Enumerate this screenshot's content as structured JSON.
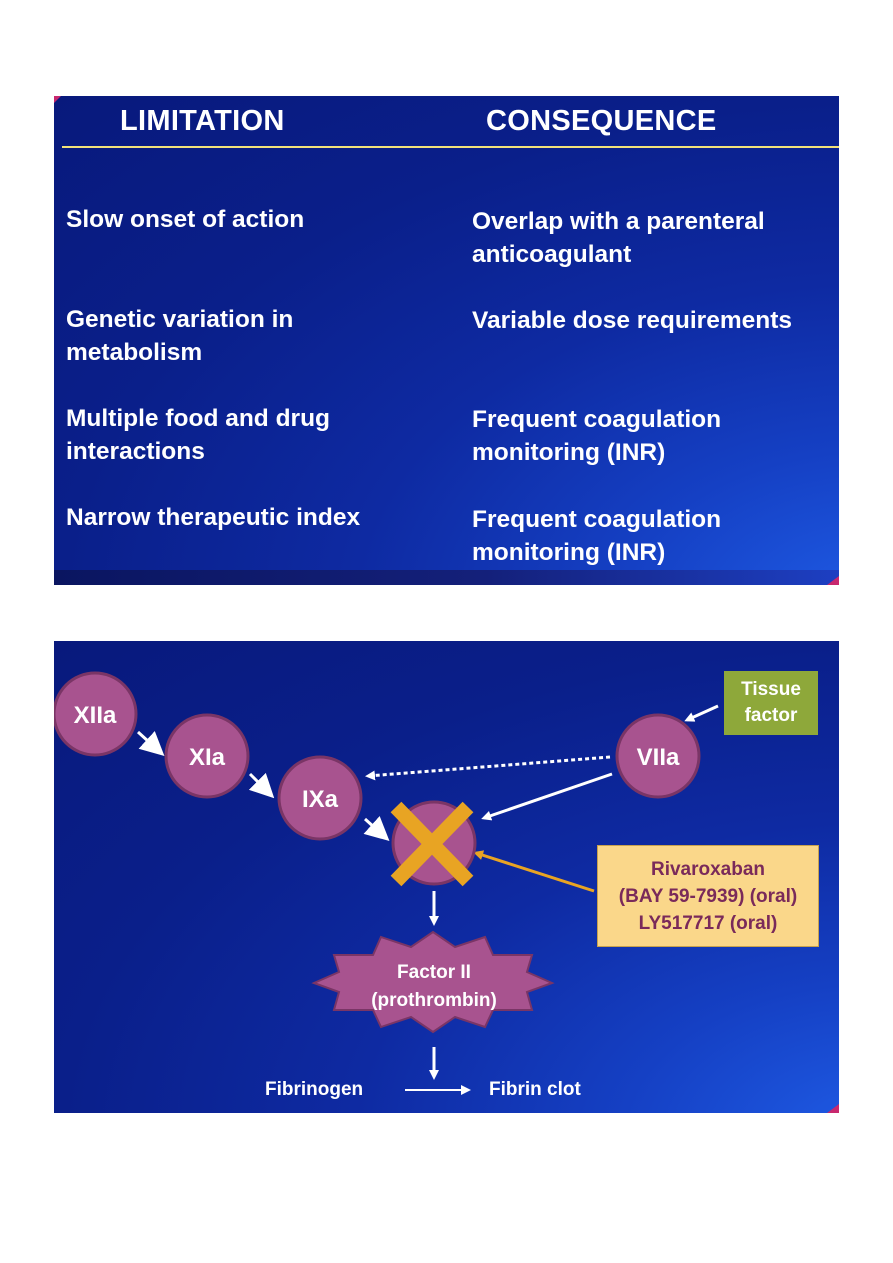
{
  "slide1": {
    "header": {
      "limitation": "LIMITATION",
      "consequence": "CONSEQUENCE"
    },
    "rows": [
      {
        "limitation": [
          "Slow onset of action"
        ],
        "consequence": [
          "Overlap with a parenteral",
          "anticoagulant"
        ]
      },
      {
        "limitation": [
          "Genetic variation in",
          "metabolism"
        ],
        "consequence": [
          "Variable dose requirements"
        ]
      },
      {
        "limitation": [
          "Multiple food and drug",
          "interactions"
        ],
        "consequence": [
          "Frequent coagulation",
          "monitoring (INR)"
        ]
      },
      {
        "limitation": [
          "Narrow therapeutic index"
        ],
        "consequence": [
          "Frequent coagulation",
          "monitoring (INR)"
        ]
      }
    ]
  },
  "slide2": {
    "nodes": {
      "xiia": "XIIa",
      "xia": "XIa",
      "ixa": "IXa",
      "viia": "VIIa"
    },
    "tissue_factor": [
      "Tissue",
      "factor"
    ],
    "drug_box": [
      "Rivaroxaban",
      "(BAY 59-7939) (oral)",
      "LY517717 (oral)"
    ],
    "factor_ii": [
      "Factor II",
      "(prothrombin)"
    ],
    "fibrinogen": "Fibrinogen",
    "fibrin_clot": "Fibrin clot",
    "colors": {
      "node_fill": "#a8538f",
      "node_stroke": "#7a3566",
      "cross": "#e8a423",
      "tissue_box": "#8ea83a",
      "drug_box": "#fad78a",
      "drug_text": "#7a2a5a"
    }
  }
}
